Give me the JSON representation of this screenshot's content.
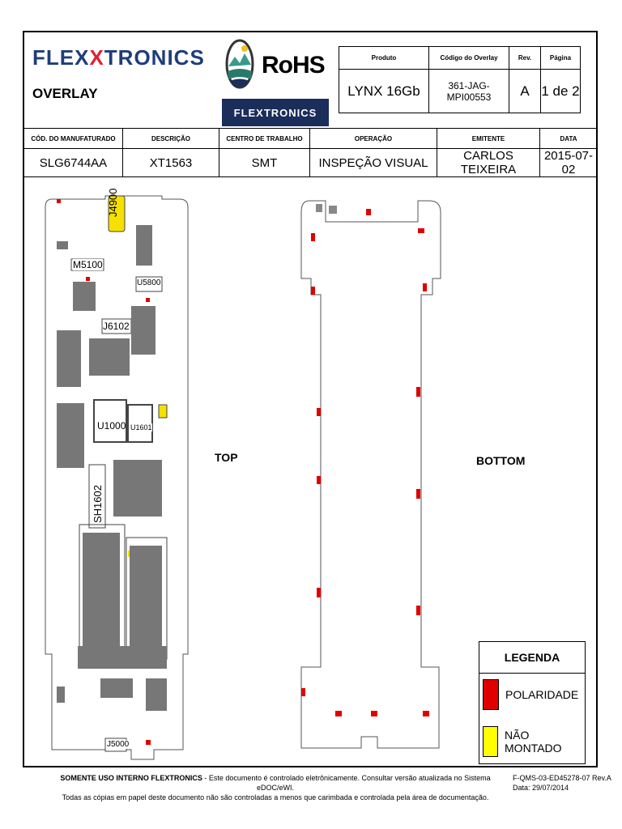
{
  "header": {
    "logo_main": "FLEX",
    "logo_x": "X",
    "logo_rest": "TRONICS",
    "doc_type": "OVERLAY",
    "rohs": "RoHS",
    "rohs_badge": "FLEXTRONICS"
  },
  "top_table": {
    "headers": [
      "Produto",
      "Código do Overlay",
      "Rev.",
      "Página"
    ],
    "values": [
      "LYNX 16Gb",
      "361-JAG-MPI00553",
      "A",
      "1 de 2"
    ]
  },
  "info_table": {
    "headers": [
      "CÓD. DO MANUFATURADO",
      "DESCRIÇÃO",
      "CENTRO DE TRABALHO",
      "OPERAÇÃO",
      "EMITENTE",
      "DATA"
    ],
    "values": [
      "SLG6744AA",
      "XT1563",
      "SMT",
      "INSPEÇÃO VISUAL",
      "CARLOS TEIXEIRA",
      "2015-07-02"
    ]
  },
  "board": {
    "top_label": "TOP",
    "bottom_label": "BOTTOM",
    "components": [
      "J4900",
      "M5100",
      "U5800",
      "J6102",
      "U1000",
      "U1601",
      "SH1602",
      "J5000"
    ]
  },
  "legend": {
    "title": "LEGENDA",
    "items": [
      {
        "label": "POLARIDADE",
        "color": "#e00000"
      },
      {
        "label": "NÃO MONTADO",
        "color": "#ffff00"
      }
    ]
  },
  "footer": {
    "bold": "SOMENTE USO INTERNO FLEXTRONICS",
    "line1": " - Este documento é controlado eletrônicamente. Consultar versão atualizada no Sistema eDOC/eWI.",
    "line2": "Todas as cópias em papel deste documento não são controladas a menos que carimbada e controlada pela área de documentação.",
    "form_code": "F-QMS-03-ED45278-07 Rev.A",
    "form_date": "Data: 29/07/2014"
  }
}
